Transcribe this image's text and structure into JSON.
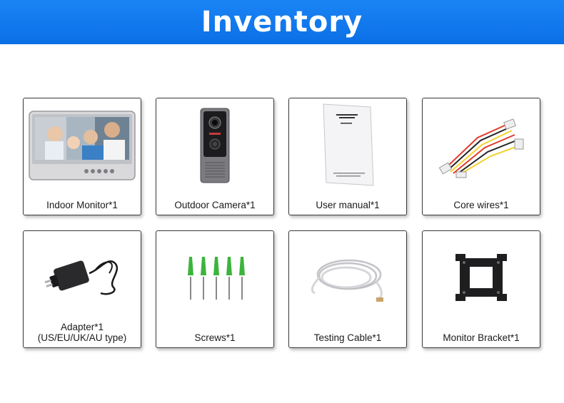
{
  "header": {
    "title": "Inventory"
  },
  "items": [
    {
      "caption": "Indoor Monitor*1",
      "icon": "indoor-monitor-icon"
    },
    {
      "caption": "Outdoor Camera*1",
      "icon": "outdoor-camera-icon"
    },
    {
      "caption": "User manual*1",
      "icon": "user-manual-icon"
    },
    {
      "caption": "Core wires*1",
      "icon": "core-wires-icon"
    },
    {
      "caption": "Adapter*1",
      "caption2": "(US/EU/UK/AU type)",
      "icon": "power-adapter-icon"
    },
    {
      "caption": "Screws*1",
      "icon": "screws-icon"
    },
    {
      "caption": "Testing Cable*1",
      "icon": "testing-cable-icon"
    },
    {
      "caption": "Monitor Bracket*1",
      "icon": "monitor-bracket-icon"
    }
  ],
  "colors": {
    "banner": "#0b6fe6",
    "card_border": "#3a3a3a",
    "screw_cap": "#3cb43c"
  }
}
